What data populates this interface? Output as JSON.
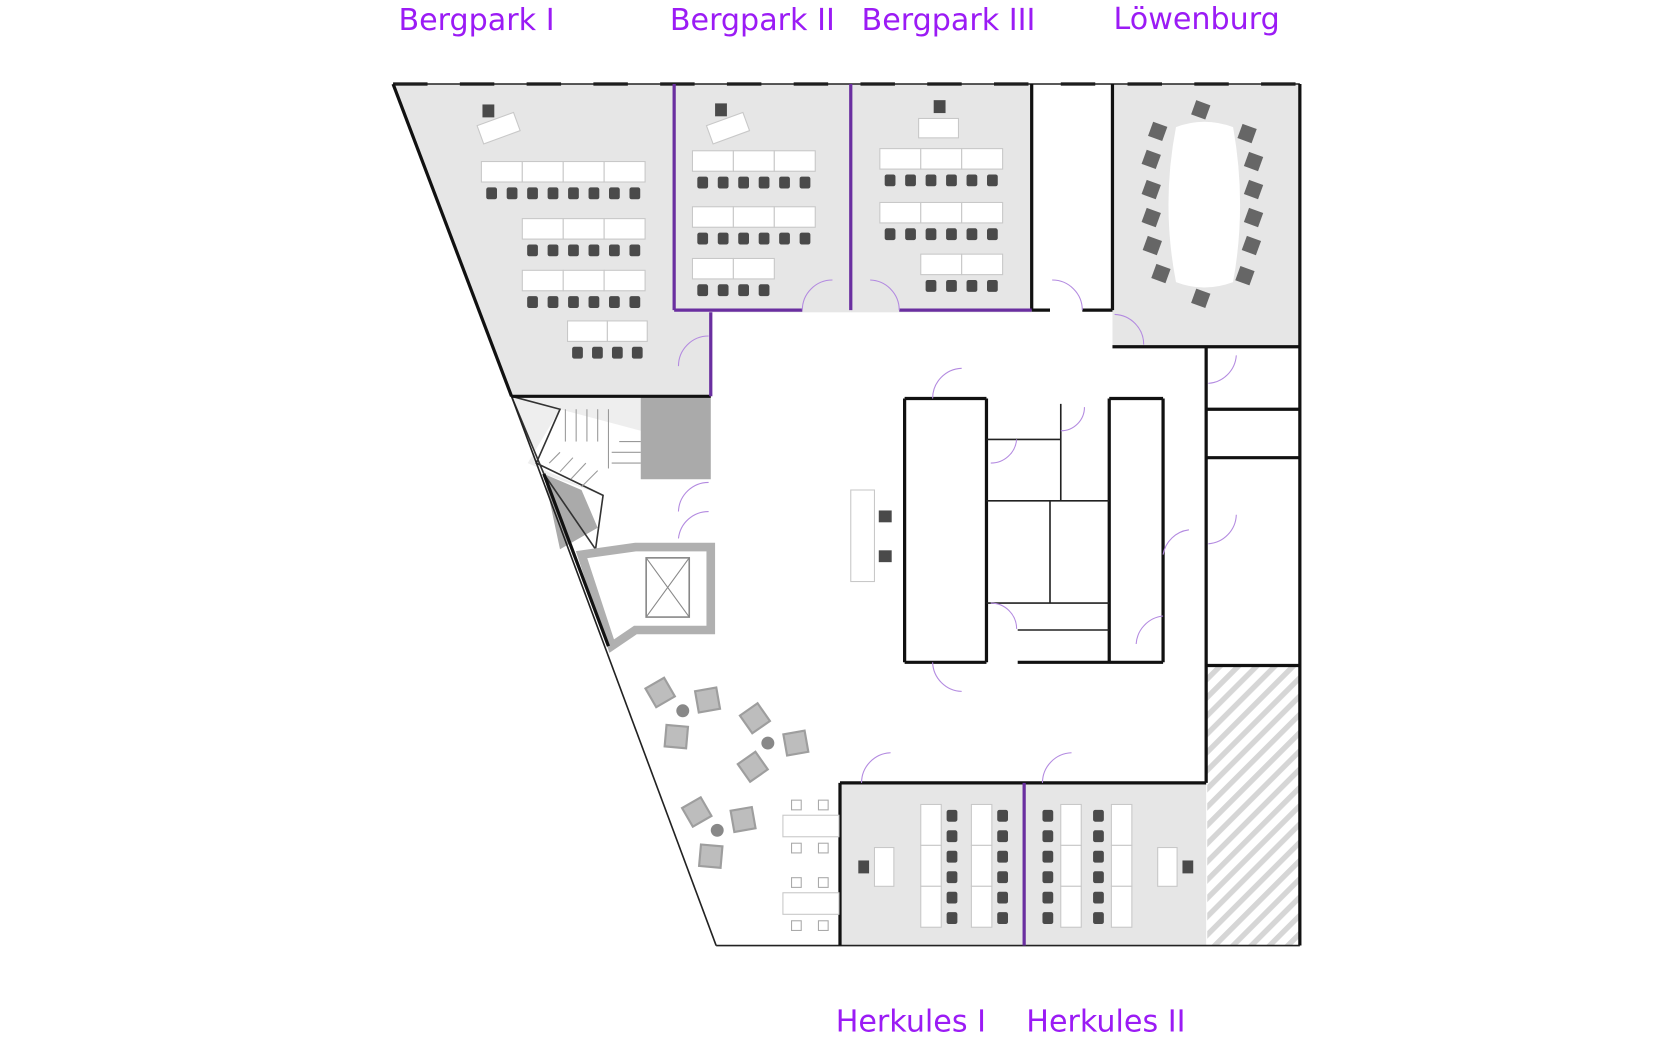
{
  "floor_plan": {
    "rooms": [
      {
        "id": "bergpark-1",
        "label": "Bergpark I"
      },
      {
        "id": "bergpark-2",
        "label": "Bergpark II"
      },
      {
        "id": "bergpark-3",
        "label": "Bergpark III"
      },
      {
        "id": "loewenburg",
        "label": "Löwenburg"
      },
      {
        "id": "herkules-1",
        "label": "Herkules I"
      },
      {
        "id": "herkules-2",
        "label": "Herkules II"
      }
    ],
    "colors": {
      "label": "#9b1bf5",
      "room_fill": "#e6e6e6",
      "partition": "#6a2fa0"
    }
  }
}
